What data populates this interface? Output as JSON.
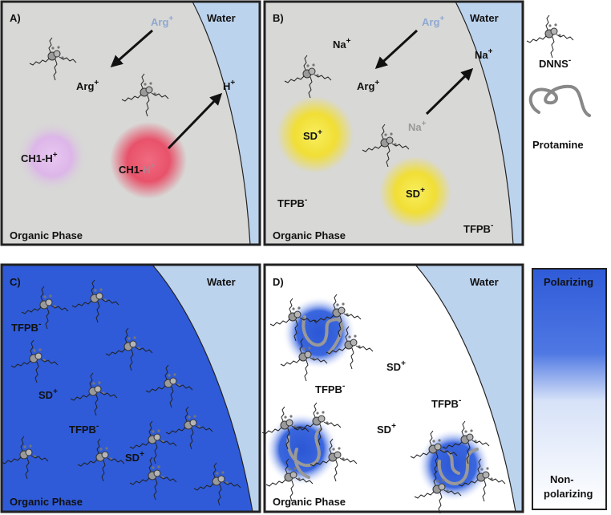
{
  "colors": {
    "water": "#bcd3ee",
    "organic": "#d8d8d6",
    "polarizing": "#2f5bd8",
    "non_polarizing": "#ffffff",
    "arg_faded": "#8fa8d0",
    "na_faded": "#999999",
    "ch1_light": "#d9b3e6",
    "ch1_dark": "#e8526a",
    "sd": "#f3e23a"
  },
  "panels": {
    "a": {
      "tag": "A)",
      "water": "Water",
      "phase": "Organic Phase",
      "arg_out": "Arg",
      "arg_in": "Arg",
      "h_out": "H",
      "ch1_left": "CH1-H",
      "ch1_right": "CH1-",
      "ch1_right_h": "H"
    },
    "b": {
      "tag": "B)",
      "water": "Water",
      "phase": "Organic Phase",
      "arg_out": "Arg",
      "arg_in": "Arg",
      "na_left": "Na",
      "na_out": "Na",
      "na_in": "Na",
      "sd1": "SD",
      "sd2": "SD",
      "tfpb_left": "TFPB",
      "tfpb_right": "TFPB"
    },
    "c": {
      "tag": "C)",
      "water": "Water",
      "phase": "Organic Phase",
      "tfpb1": "TFPB",
      "tfpb2": "TFPB",
      "sd1": "SD",
      "sd2": "SD"
    },
    "d": {
      "tag": "D)",
      "water": "Water",
      "phase": "Organic Phase",
      "sd1": "SD",
      "sd2": "SD",
      "tfpb1": "TFPB",
      "tfpb2": "TFPB"
    }
  },
  "legend": {
    "dnns": "DNNS",
    "protamine": "Protamine",
    "polarizing": "Polarizing",
    "non_polarizing_1": "Non-",
    "non_polarizing_2": "polarizing"
  },
  "charges": {
    "plus": "+",
    "minus": "-"
  }
}
